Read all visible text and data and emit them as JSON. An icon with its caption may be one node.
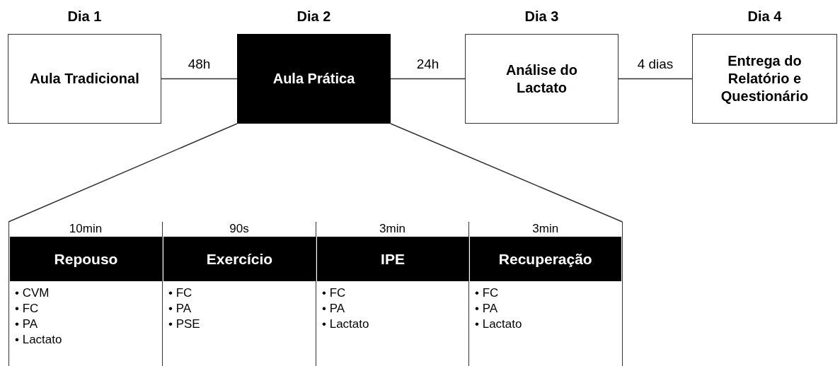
{
  "diagram": {
    "nodes": [
      {
        "text": [
          "Dia 1",
          "Aula Tradicional"
        ]
      },
      {
        "text": [
          "Dia 2",
          "Aula Prática"
        ]
      },
      {
        "text": [
          "Dia 3",
          "Análise do Lactato"
        ]
      },
      {
        "text": [
          "Dia 4",
          "Entrega do Relatório e Questionário"
        ]
      },
      {
        "text": [
          "10min",
          "Repouso",
          "• CVM",
          "• FC",
          "• PA",
          "• Lactato"
        ]
      },
      {
        "text": [
          "90s",
          "Exercício",
          "• FC",
          "• PA",
          "• PSE"
        ]
      },
      {
        "text": [
          "3min",
          "IPE",
          "• FC",
          "• PA",
          "• Lactato"
        ]
      },
      {
        "text": [
          "3min",
          "Recuperação",
          "• FC",
          "• PA",
          "• Lactato"
        ]
      }
    ],
    "edges": [
      {
        "from": 0,
        "to": 1,
        "arrow": "none",
        "label": "48h"
      },
      {
        "from": 1,
        "to": 2,
        "arrow": "none",
        "label": "24h"
      },
      {
        "from": 2,
        "to": 3,
        "arrow": "none",
        "label": "4 dias"
      },
      {
        "from": 1,
        "to": 4,
        "arrow": "none"
      },
      {
        "from": 1,
        "to": 7,
        "arrow": "none"
      }
    ]
  }
}
